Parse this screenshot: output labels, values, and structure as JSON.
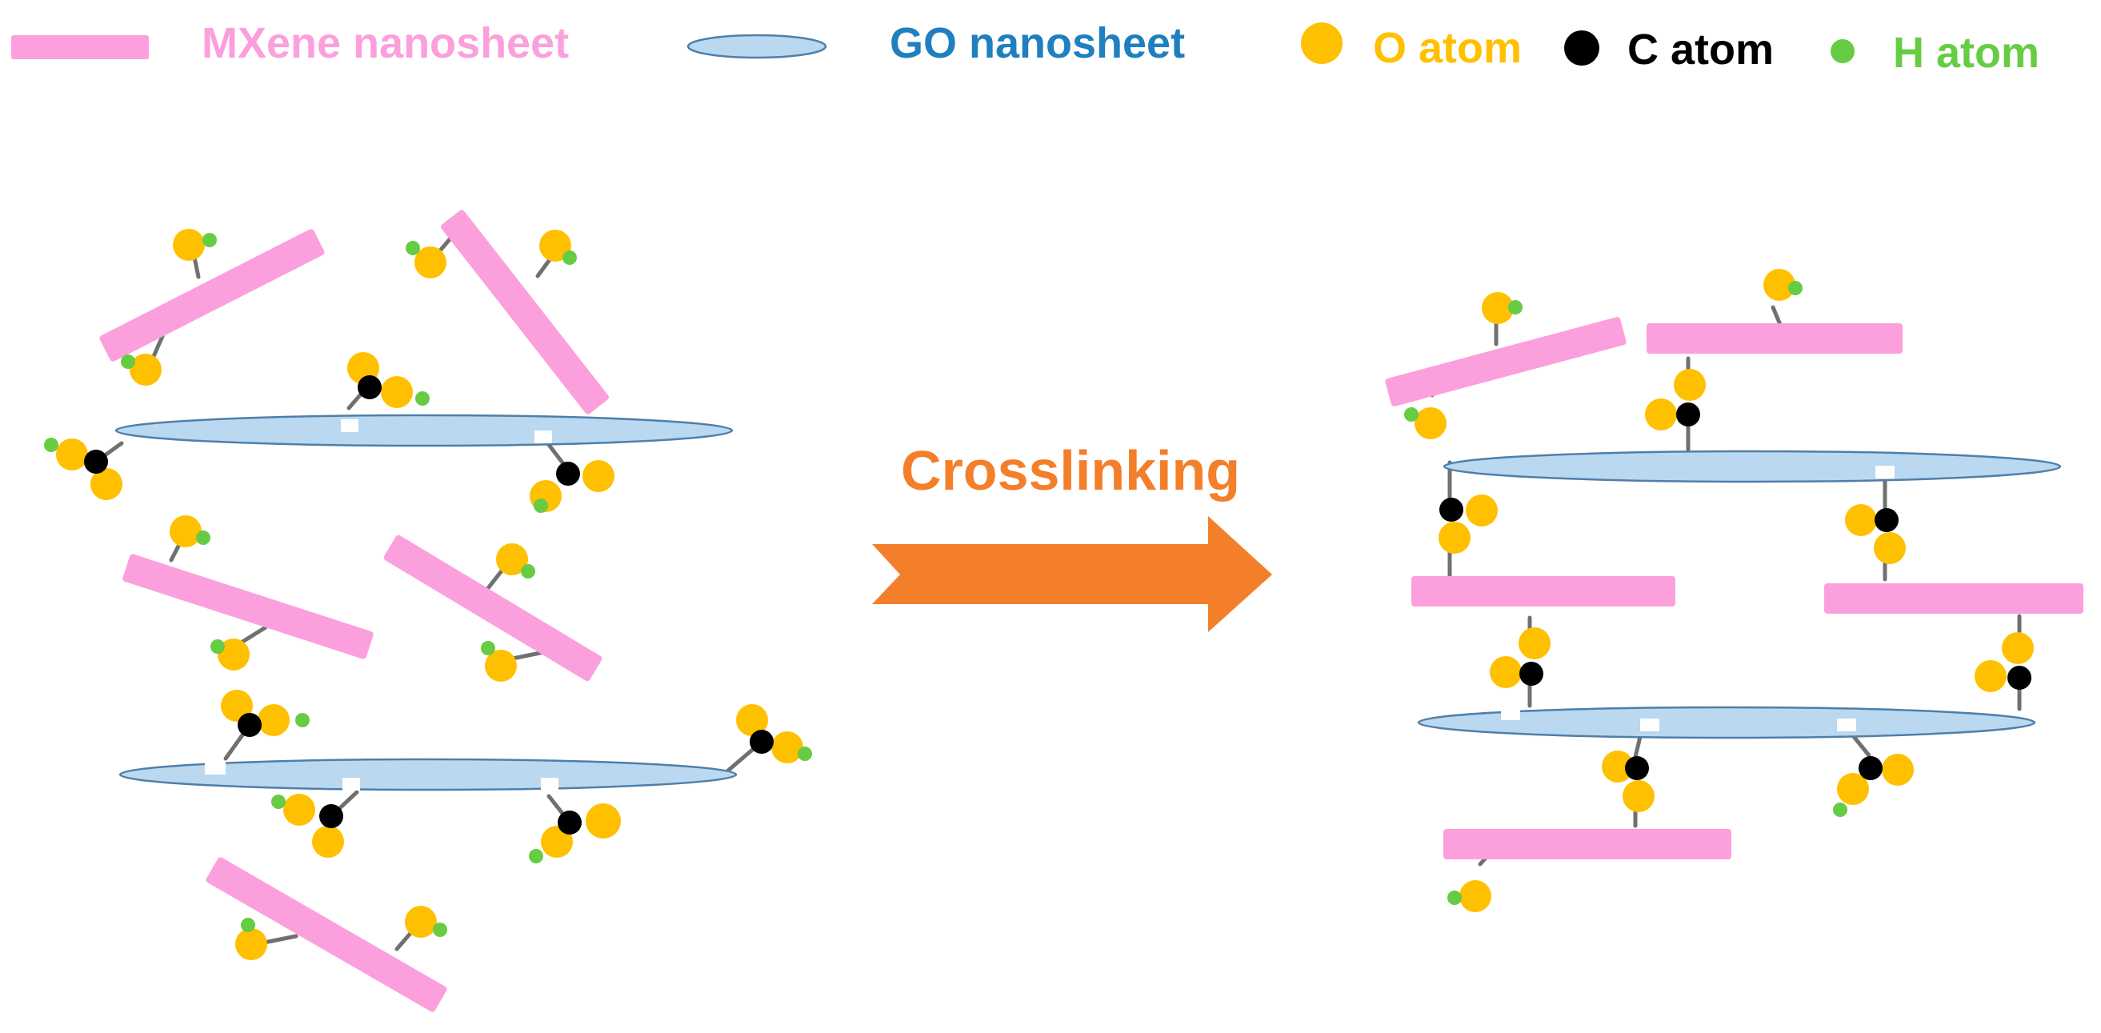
{
  "legend": {
    "mxene_label": "MXene nanosheet",
    "go_label": "GO nanosheet",
    "o_label": "O atom",
    "c_label": "C atom",
    "h_label": "H atom"
  },
  "process": {
    "label": "Crosslinking"
  },
  "colors": {
    "mxene": "#fba0dc",
    "go_fill": "#bad8ef",
    "go_stroke": "#4f7fa8",
    "o_atom": "#ffc000",
    "c_atom": "#000000",
    "h_atom": "#66cc44",
    "bond": "#707070",
    "arrow": "#f47f2b",
    "mxene_text": "#fba0dc",
    "go_text": "#1f7fbf",
    "o_text": "#ffc000",
    "c_text": "#000000",
    "h_text": "#66cc44"
  }
}
